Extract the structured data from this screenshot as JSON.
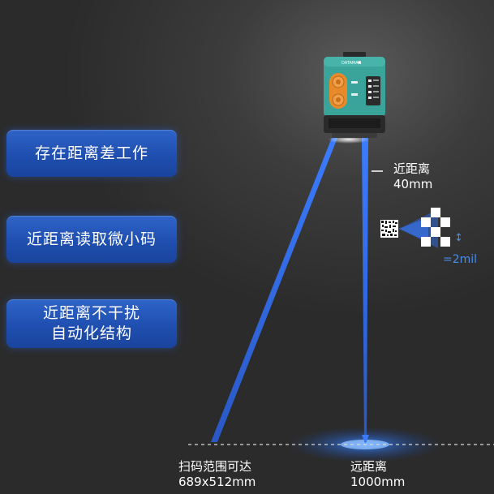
{
  "features": [
    {
      "lines": [
        "存在距离差工作"
      ]
    },
    {
      "lines": [
        "近距离读取微小码"
      ]
    },
    {
      "lines": [
        "近距离不干扰",
        "自动化结构"
      ]
    }
  ],
  "near_distance": {
    "title": "近距离",
    "value": "40mm"
  },
  "far_distance": {
    "title": "远距离",
    "value": "1000mm"
  },
  "scan_range": {
    "title": "扫码范围可达",
    "value": "689x512mm"
  },
  "resolution": {
    "value": "=2mil",
    "arrow": "↕"
  },
  "scanner": {
    "brand": "DATAMAN"
  },
  "colors": {
    "button": "#2458be",
    "beam": "#2c6cf0",
    "accent_text": "#4a8de8",
    "device_teal": "#3aa39a",
    "device_orange": "#e8892a"
  }
}
